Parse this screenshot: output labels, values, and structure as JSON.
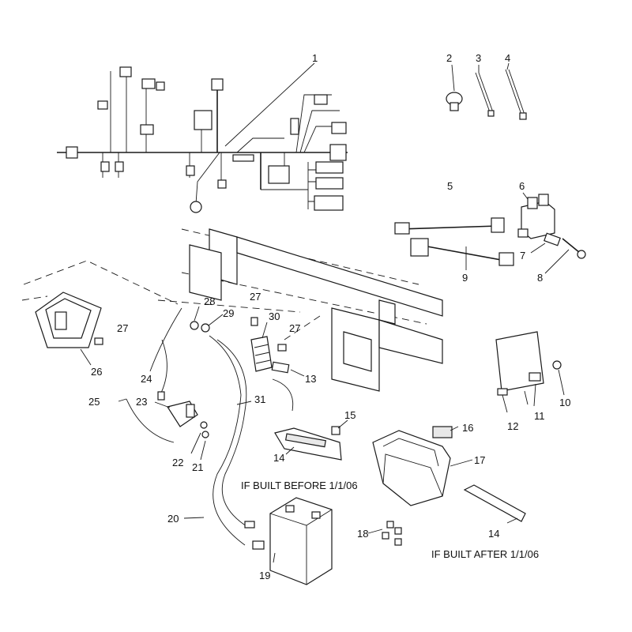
{
  "callouts": {
    "c1": "1",
    "c2": "2",
    "c3": "3",
    "c4": "4",
    "c5": "5",
    "c6": "6",
    "c7": "7",
    "c8": "8",
    "c9": "9",
    "c10": "10",
    "c11": "11",
    "c12": "12",
    "c13": "13",
    "c14a": "14",
    "c14b": "14",
    "c15": "15",
    "c16": "16",
    "c17": "17",
    "c18": "18",
    "c19": "19",
    "c20": "20",
    "c21": "21",
    "c22": "22",
    "c23": "23",
    "c24": "24",
    "c25": "25",
    "c26": "26",
    "c27a": "27",
    "c27b": "27",
    "c27c": "27",
    "c28": "28",
    "c29": "29",
    "c30": "30",
    "c31": "31"
  },
  "notes": {
    "before": "IF BUILT BEFORE 1/1/06",
    "after": "IF BUILT AFTER 1/1/06"
  }
}
